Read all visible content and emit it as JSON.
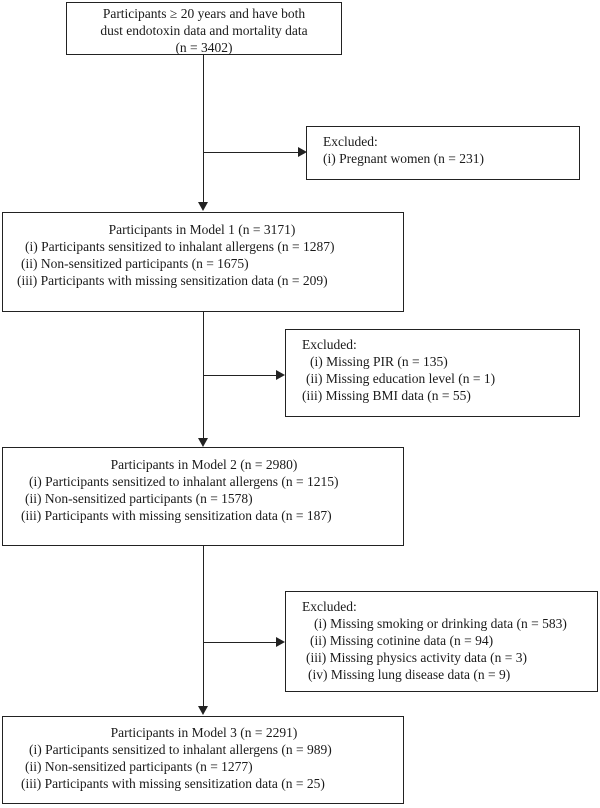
{
  "start": {
    "lines": [
      "Participants ≥ 20 years and have both",
      "dust endotoxin data and mortality data",
      "(n = 3402)"
    ]
  },
  "exclusion1": {
    "title": "Excluded:",
    "items": [
      "(i)  Pregnant women (n = 231)"
    ]
  },
  "model1": {
    "title": "Participants in Model 1 (n = 3171)",
    "items": [
      "(i) Participants sensitized to inhalant allergens (n = 1287)",
      "(ii) Non-sensitized participants (n = 1675)",
      "(iii) Participants with missing sensitization data (n = 209)"
    ]
  },
  "exclusion2": {
    "title": "Excluded:",
    "items": [
      "(i) Missing PIR (n = 135)",
      "(ii) Missing education level (n = 1)",
      "(iii) Missing BMI data (n = 55)"
    ]
  },
  "model2": {
    "title": "Participants in Model 2 (n = 2980)",
    "items": [
      "(i) Participants sensitized to inhalant allergens (n = 1215)",
      "(ii) Non-sensitized participants (n = 1578)",
      "(iii) Participants with missing sensitization data (n = 187)"
    ]
  },
  "exclusion3": {
    "title": "Excluded:",
    "items": [
      "(i) Missing smoking or drinking data (n = 583)",
      "(ii) Missing cotinine data (n = 94)",
      "(iii) Missing physics activity data (n = 3)",
      "(iv) Missing lung disease data (n = 9)"
    ]
  },
  "model3": {
    "title": "Participants in Model 3 (n = 2291)",
    "items": [
      "(i) Participants sensitized to inhalant allergens (n = 989)",
      "(ii) Non-sensitized participants (n = 1277)",
      "(iii) Participants with missing sensitization data (n = 25)"
    ]
  }
}
